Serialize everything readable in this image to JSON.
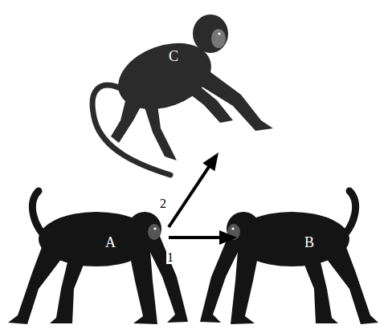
{
  "diagram": {
    "nodes": [
      {
        "text": [
          "C"
        ]
      },
      {
        "text": [
          "A"
        ]
      },
      {
        "text": [
          "B"
        ]
      }
    ],
    "edges": [
      {
        "from": 1,
        "to": 2,
        "arrow": "to",
        "label": "1"
      },
      {
        "from": 1,
        "to": 0,
        "arrow": "to",
        "label": "2"
      }
    ]
  }
}
